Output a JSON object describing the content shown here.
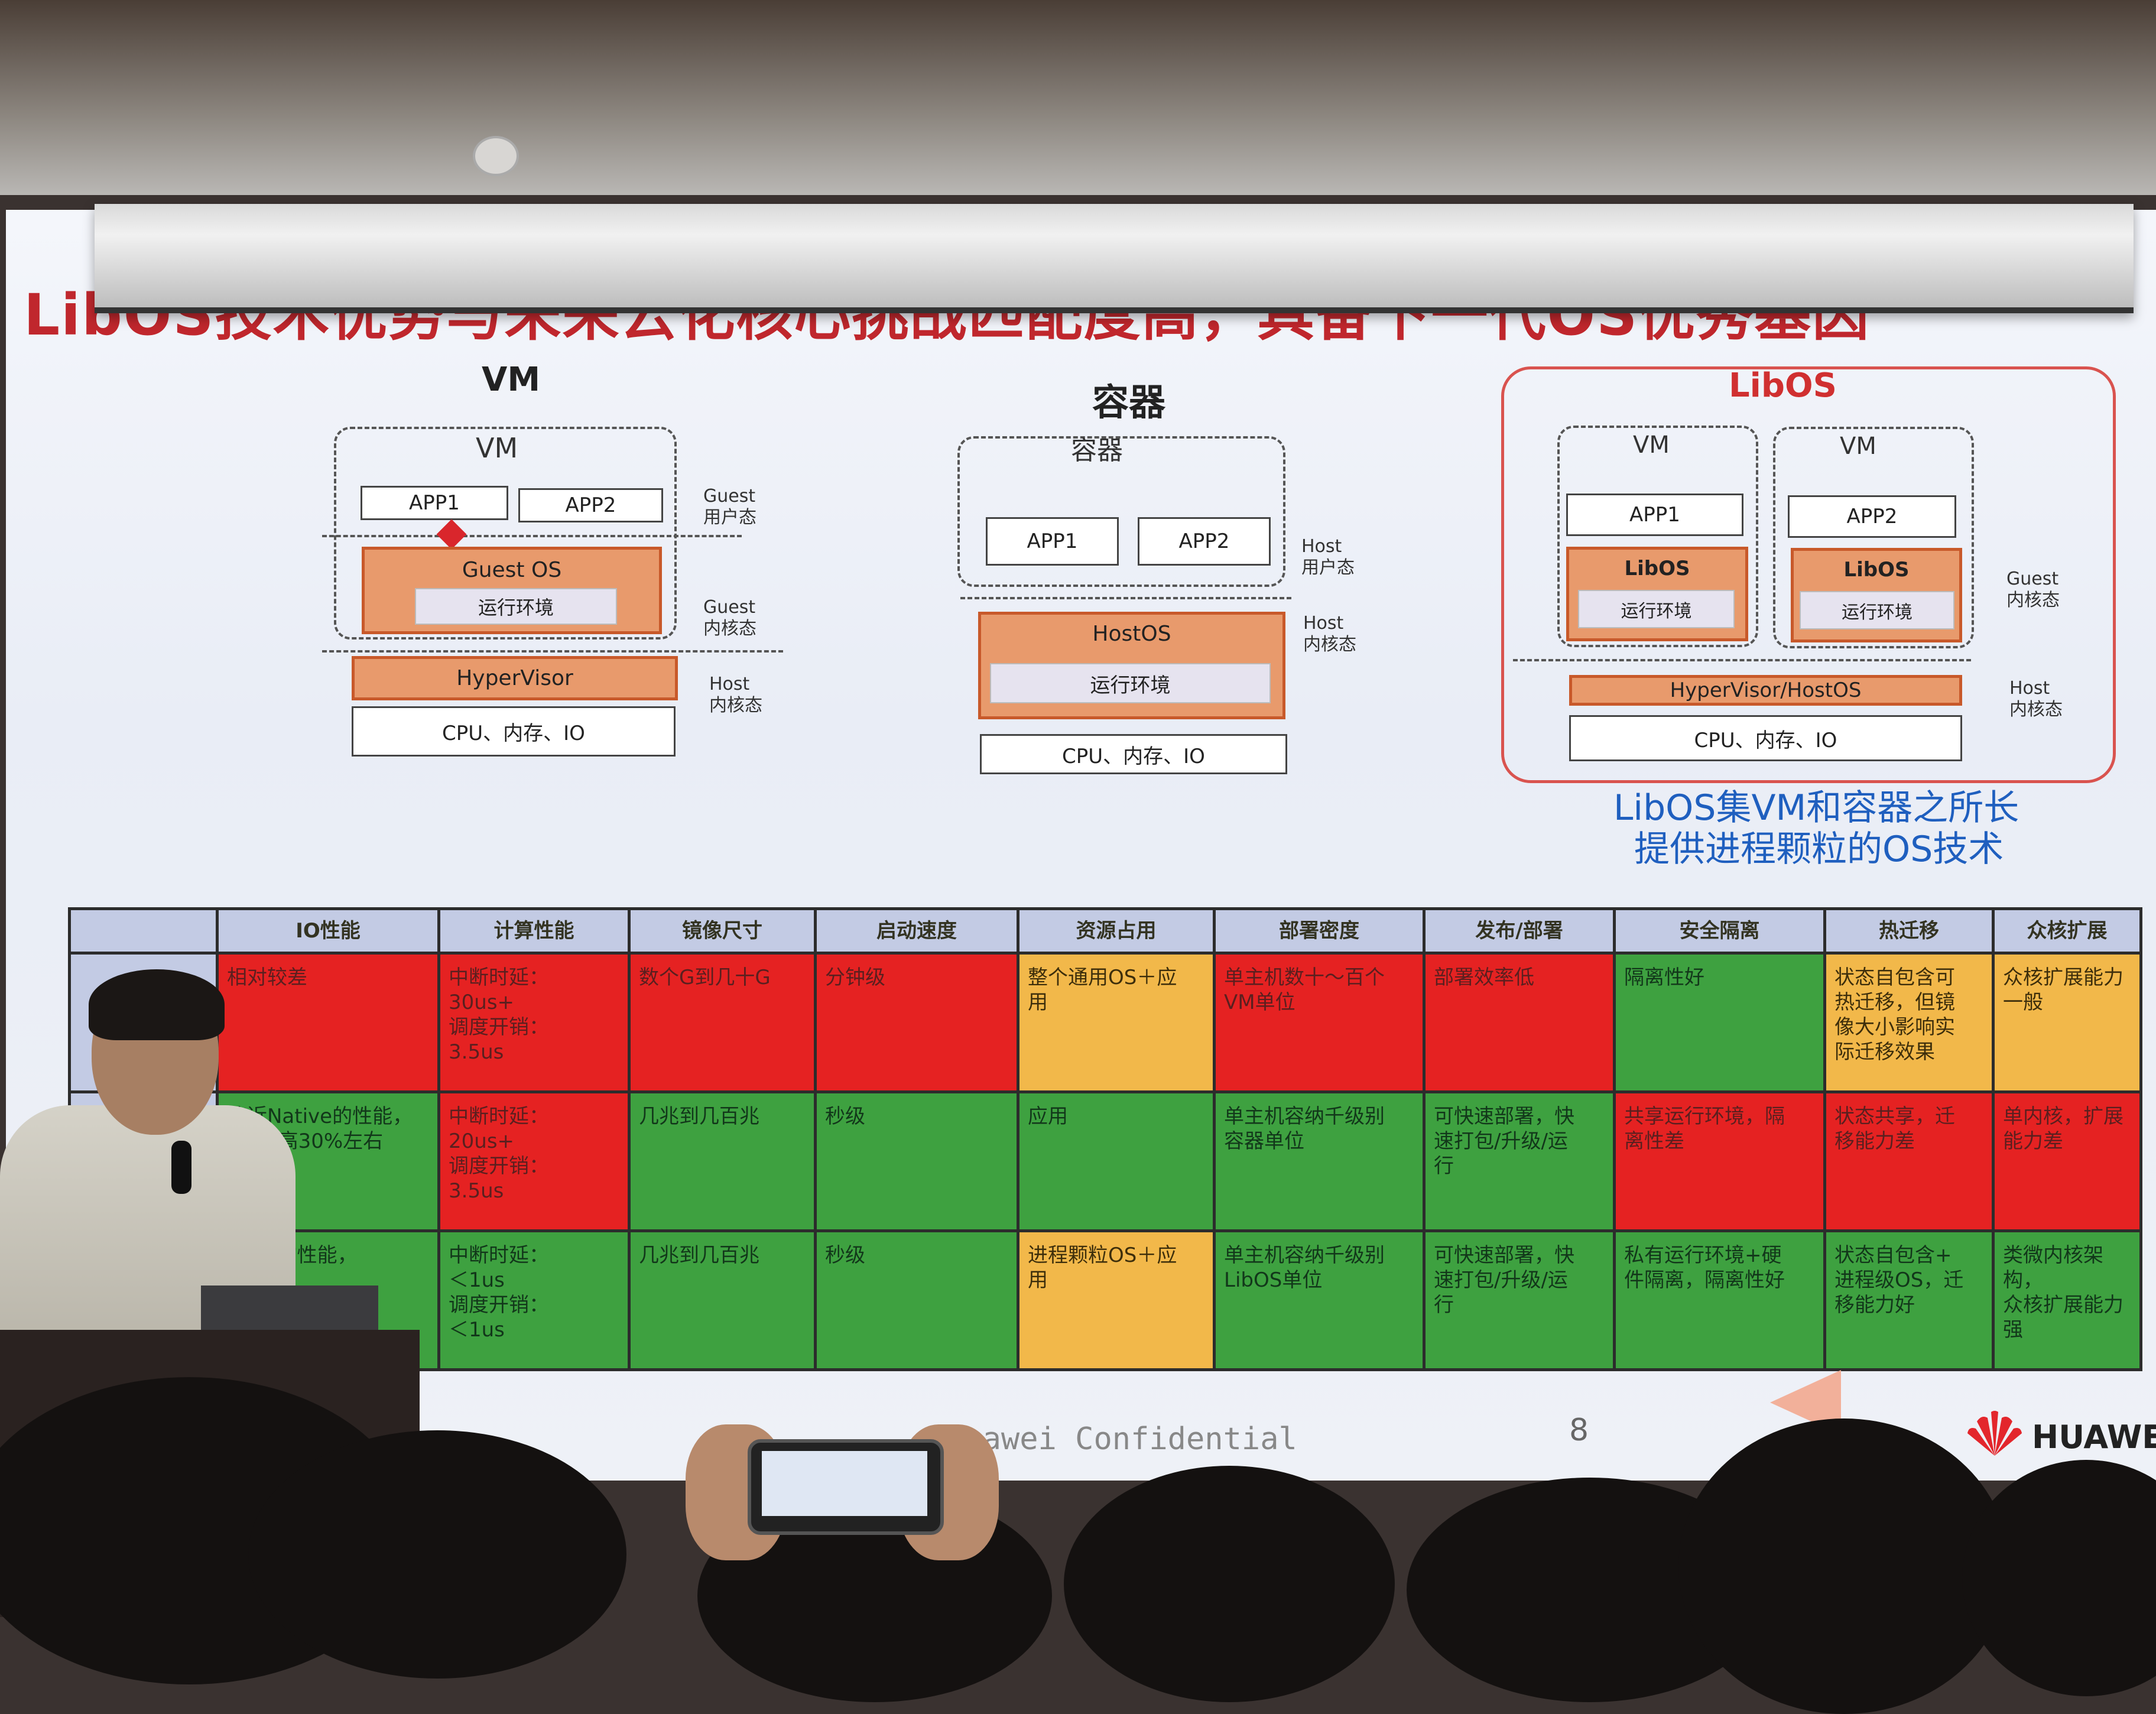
{
  "slide": {
    "title": "LibOS技术优势与未来云化核心挑战匹配度高，具备下一代OS优秀基因",
    "footer": "Huawei Confidential",
    "page_number": "8",
    "brand": "HUAWEI"
  },
  "diagrams": {
    "vm": {
      "heading": "VM",
      "inner_title": "VM",
      "app1": "APP1",
      "app2": "APP2",
      "guest_os": "Guest  OS",
      "runtime": "运行环境",
      "hypervisor": "HyperVisor",
      "hardware": "CPU、内存、IO",
      "label_guest_user": "Guest\n用户态",
      "label_guest_kernel": "Guest\n内核态",
      "label_host_kernel": "Host\n内核态"
    },
    "container": {
      "heading": "容器",
      "inner_title": "容器",
      "app1": "APP1",
      "app2": "APP2",
      "host_os": "HostOS",
      "runtime": "运行环境",
      "hardware": "CPU、内存、IO",
      "label_host_user": "Host\n用户态",
      "label_host_kernel": "Host\n内核态"
    },
    "libos": {
      "heading": "LibOS",
      "vm1_title": "VM",
      "vm2_title": "VM",
      "app1": "APP1",
      "app2": "APP2",
      "libos1": "LibOS",
      "libos2": "LibOS",
      "runtime1": "运行环境",
      "runtime2": "运行环境",
      "hypervisor": "HyperVisor/HostOS",
      "hardware": "CPU、内存、IO",
      "label_guest_kernel": "Guest\n内核态",
      "label_host_kernel": "Host\n内核态",
      "tagline_1": "LibOS集VM和容器之所长",
      "tagline_2": "提供进程颗粒的OS技术"
    }
  },
  "table": {
    "headers": [
      "",
      "IO性能",
      "计算性能",
      "镜像尺寸",
      "启动速度",
      "资源占用",
      "部署密度",
      "发布/部署",
      "安全隔离",
      "热迁移",
      "众核扩展"
    ],
    "rows": [
      {
        "label": "",
        "cells": [
          {
            "text": "相对较差",
            "status": "red"
          },
          {
            "text": "中断时延：\n30us+\n调度开销：\n3.5us",
            "status": "red"
          },
          {
            "text": "数个G到几十G",
            "status": "red"
          },
          {
            "text": "分钟级",
            "status": "red"
          },
          {
            "text": "整个通用OS＋应\n用",
            "status": "yellow"
          },
          {
            "text": "单主机数十～百个\nVM单位",
            "status": "red"
          },
          {
            "text": "部署效率低",
            "status": "red"
          },
          {
            "text": "隔离性好",
            "status": "green"
          },
          {
            "text": "状态自包含可\n热迁移，但镜\n像大小影响实\n际迁移效果",
            "status": "yellow"
          },
          {
            "text": "众核扩展能力\n一般",
            "status": "yellow"
          }
        ]
      },
      {
        "label": "",
        "cells": [
          {
            "text": "接近Native的性能，\n较VM高30%左右",
            "status": "green"
          },
          {
            "text": "中断时延：\n20us+\n调度开销：\n3.5us",
            "status": "red"
          },
          {
            "text": "几兆到几百兆",
            "status": "green"
          },
          {
            "text": "秒级",
            "status": "green"
          },
          {
            "text": "应用",
            "status": "green"
          },
          {
            "text": "单主机容纳千级别\n容器单位",
            "status": "green"
          },
          {
            "text": "可快速部署，快\n速打包/升级/运\n行",
            "status": "green"
          },
          {
            "text": "共享运行环境，隔\n离性差",
            "status": "red"
          },
          {
            "text": "状态共享，迁\n移能力差",
            "status": "red"
          },
          {
            "text": "单内核，扩展\n能力差",
            "status": "red"
          }
        ]
      },
      {
        "label": "",
        "cells": [
          {
            "text": "ative的性能，\n右",
            "status": "green"
          },
          {
            "text": "中断时延：\n＜1us\n调度开销：\n＜1us",
            "status": "green"
          },
          {
            "text": "几兆到几百兆",
            "status": "green"
          },
          {
            "text": "秒级",
            "status": "green"
          },
          {
            "text": "进程颗粒OS＋应\n用",
            "status": "yellow"
          },
          {
            "text": "单主机容纳千级别\nLibOS单位",
            "status": "green"
          },
          {
            "text": "可快速部署，快\n速打包/升级/运\n行",
            "status": "green"
          },
          {
            "text": "私有运行环境+硬\n件隔离，隔离性好",
            "status": "green"
          },
          {
            "text": "状态自包含+\n进程级OS，迁\n移能力好",
            "status": "green"
          },
          {
            "text": "类微内核架构，\n众核扩展能力\n强",
            "status": "green"
          }
        ]
      }
    ]
  },
  "colors": {
    "title_red": "#c0272d",
    "cell_red": "#e52222",
    "cell_green": "#3ea140",
    "cell_yellow": "#f2b84a",
    "header_blue": "#c3cbe4",
    "tagline_blue": "#1f5fbf"
  }
}
